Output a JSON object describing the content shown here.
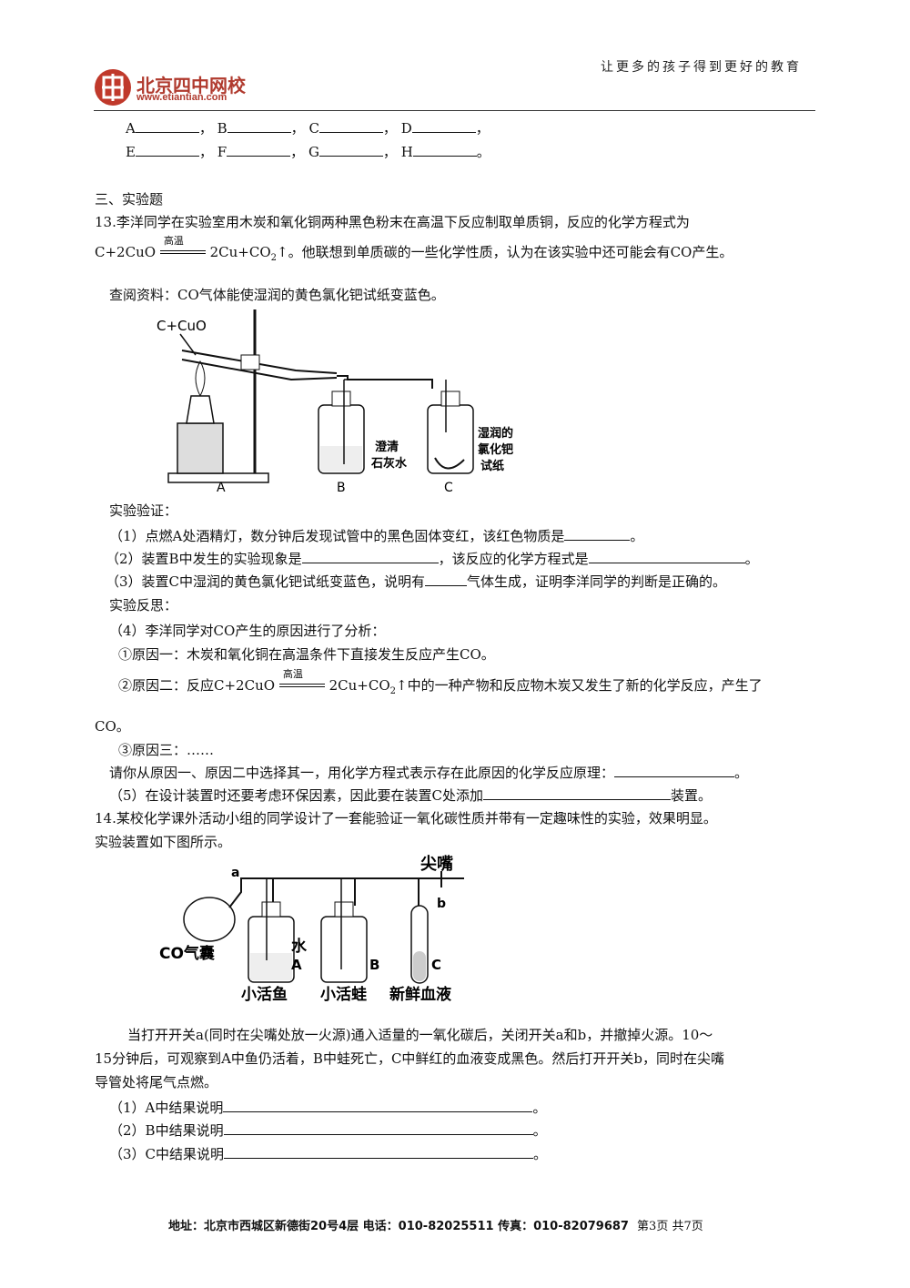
{
  "header": {
    "logo_text": "北京四中网校",
    "logo_url": "www.etiantian.com",
    "slogan": "让更多的孩子得到更好的教育"
  },
  "blanks_row1": [
    "A",
    "B",
    "C",
    "D"
  ],
  "blanks_row2": [
    "E",
    "F",
    "G",
    "H"
  ],
  "section_title": "三、实验题",
  "q13": {
    "intro_line1": "13.李洋同学在实验室用木炭和氧化铜两种黑色粉末在高温下反应制取单质铜，反应的化学方程式为",
    "eq_left": "C+2CuO",
    "eq_condition": "高温",
    "eq_right": "2Cu+CO",
    "eq_right_tail": "↑。他联想到单质碳的一些化学性质，认为在该实验中还可能会有CO产生。",
    "reference": "查阅资料：CO气体能使湿润的黄色氯化钯试纸变蓝色。",
    "fig": {
      "label_reagent": "C+CuO",
      "label_A": "A",
      "label_B": "B",
      "label_C": "C",
      "b_text1": "澄清",
      "b_text2": "石灰水",
      "c_text1": "湿润的",
      "c_text2": "氯化钯",
      "c_text3": "试纸"
    },
    "verify_title": "实验验证：",
    "q1": "（1）点燃A处酒精灯，数分钟后发现试管中的黑色固体变红，该红色物质是",
    "q2a": "（2）装置B中发生的实验现象是",
    "q2b": "，该反应的化学方程式是",
    "q3a": "（3）装置C中湿润的黄色氯化钯试纸变蓝色，说明有",
    "q3b": "气体生成，证明李洋同学的判断是正确的。",
    "reflect_title": "实验反思：",
    "q4": "（4）李洋同学对CO产生的原因进行了分析：",
    "reason1": "①原因一：木炭和氧化铜在高温条件下直接发生反应产生CO。",
    "reason2_a": "②原因二：反应",
    "reason2_b": "中的一种产物和反应物木炭又发生了新的化学反应，产生了",
    "reason2_c": "CO。",
    "reason3": "③原因三：……",
    "choose": "请你从原因一、原因二中选择其一，用化学方程式表示存在此原因的化学反应原理：",
    "q5a": "（5）在设计装置时还要考虑环保因素，因此要在装置C处添加",
    "q5b": "装置。",
    "period": "。"
  },
  "q14": {
    "intro1": "14.某校化学课外活动小组的同学设计了一套能验证一氧化碳性质并带有一定趣味性的实验，效果明显。",
    "intro2": "实验装置如下图所示。",
    "fig": {
      "label_a": "a",
      "label_b": "b",
      "nozzle": "尖嘴",
      "bag": "CO气囊",
      "water": "水",
      "A": "A",
      "B": "B",
      "C": "C",
      "fish": "小活鱼",
      "frog": "小活蛙",
      "blood": "新鲜血液"
    },
    "para1": "当打开开关a(同时在尖嘴处放一火源)通入适量的一氧化碳后，关闭开关a和b，并撤掉火源。10～",
    "para2": "15分钟后，可观察到A中鱼仍活着，B中蛙死亡，C中鲜红的血液变成黑色。然后打开开关b，同时在尖嘴",
    "para3": "导管处将尾气点燃。",
    "r1": "（1）A中结果说明",
    "r2": "（2）B中结果说明",
    "r3": "（3）C中结果说明"
  },
  "footer": {
    "address": "地址：北京市西城区新德街20号4层  电话：010-82025511  传真：010-82079687",
    "page": "第3页  共7页"
  }
}
